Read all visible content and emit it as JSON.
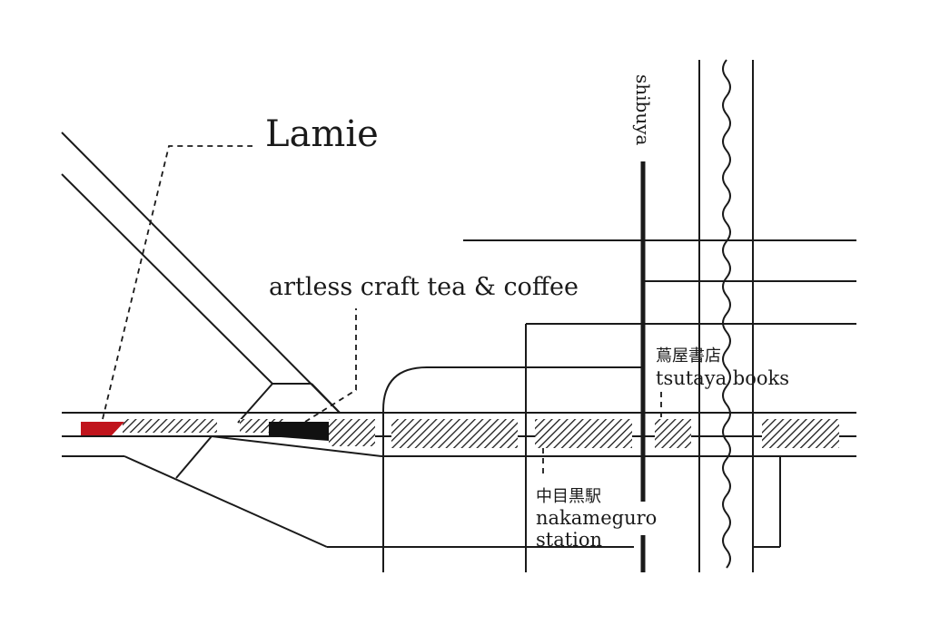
{
  "labels": {
    "lamie": "Lamie",
    "artless": "artless craft tea & coffee",
    "tsutaya_jp": "蔦屋書店",
    "tsutaya_en": "tsutaya books",
    "station_jp": "中目黒駅",
    "station_en_1": "nakameguro",
    "station_en_2": "station",
    "shibuya": "shibuya"
  },
  "colors": {
    "ink": "#1a1a1a",
    "lamie_marker": "#c0141c",
    "artless_marker": "#111111"
  }
}
